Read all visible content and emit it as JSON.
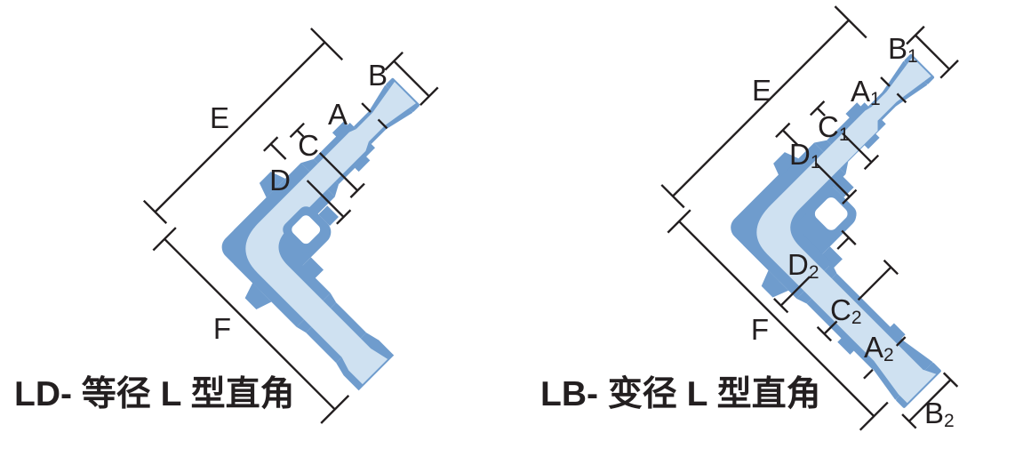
{
  "page": {
    "background": "#ffffff",
    "description": "Catalog diagram of two L-type right-angle tube fittings with dimension callouts"
  },
  "colors": {
    "fitting_body_dark": "#6f9ccd",
    "fitting_bore_light": "#cfe1f1",
    "hole_white": "#ffffff",
    "dimension_line": "#231f20",
    "text": "#231f20"
  },
  "figures": [
    {
      "id": "ld",
      "title": "LD- 等径 L 型直角",
      "labels": {
        "E": {
          "main": "E",
          "sub": ""
        },
        "B": {
          "main": "B",
          "sub": ""
        },
        "A": {
          "main": "A",
          "sub": ""
        },
        "C": {
          "main": "C",
          "sub": ""
        },
        "D": {
          "main": "D",
          "sub": ""
        },
        "F": {
          "main": "F",
          "sub": ""
        }
      }
    },
    {
      "id": "lb",
      "title": "LB- 变径 L 型直角",
      "labels": {
        "E": {
          "main": "E",
          "sub": ""
        },
        "B1": {
          "main": "B",
          "sub": "1"
        },
        "A1": {
          "main": "A",
          "sub": "1"
        },
        "C1": {
          "main": "C",
          "sub": "1"
        },
        "D1": {
          "main": "D",
          "sub": "1"
        },
        "D2": {
          "main": "D",
          "sub": "2"
        },
        "C2": {
          "main": "C",
          "sub": "2"
        },
        "A2": {
          "main": "A",
          "sub": "2"
        },
        "F": {
          "main": "F",
          "sub": ""
        },
        "B2": {
          "main": "B",
          "sub": "2"
        }
      }
    }
  ]
}
